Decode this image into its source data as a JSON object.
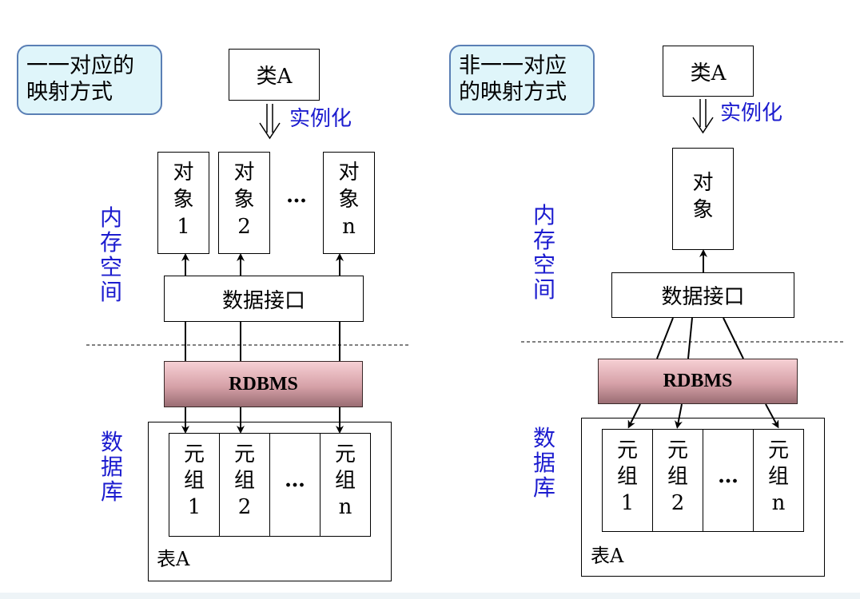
{
  "left": {
    "title": [
      "一一对应的",
      "映射方式"
    ],
    "class_label": "类A",
    "instantiate_label": "实例化",
    "memory_label": [
      "内",
      "存",
      "空",
      "间"
    ],
    "objects": [
      [
        "对",
        "象",
        "1"
      ],
      [
        "对",
        "象",
        "2"
      ],
      [
        "对",
        "象",
        "n"
      ]
    ],
    "ellipsis": "…",
    "interface_label": "数据接口",
    "rdbms_label": "RDBMS",
    "database_label": [
      "数",
      "据",
      "库"
    ],
    "tuples": [
      [
        "元",
        "组",
        "1"
      ],
      [
        "元",
        "组",
        "2"
      ],
      [
        "元",
        "组",
        "n"
      ]
    ],
    "table_label": "表A"
  },
  "right": {
    "title": [
      "非一一对应",
      "的映射方式"
    ],
    "class_label": "类A",
    "instantiate_label": "实例化",
    "memory_label": [
      "内",
      "存",
      "空",
      "间"
    ],
    "object": [
      "对",
      "象"
    ],
    "interface_label": "数据接口",
    "rdbms_label": "RDBMS",
    "database_label": [
      "数",
      "据",
      "库"
    ],
    "tuples": [
      [
        "元",
        "组",
        "1"
      ],
      [
        "元",
        "组",
        "2"
      ],
      [
        "元",
        "组",
        "n"
      ]
    ],
    "ellipsis": "…",
    "table_label": "表A"
  },
  "colors": {
    "label_blue": "#1c1ccf",
    "title_fill": "#dff5fa",
    "title_border": "#5a7fb5",
    "rdbms_fill": "#d6a1a8"
  }
}
